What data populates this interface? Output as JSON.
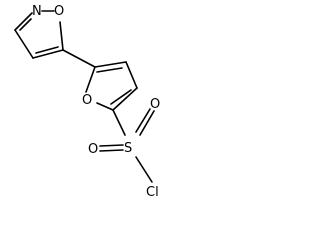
{
  "molecule": {
    "atoms": {
      "isoxazole_N": "N",
      "isoxazole_O": "O",
      "furan_O": "O",
      "sulfur": "S",
      "sulfonyl_O_top": "O",
      "sulfonyl_O_left": "O",
      "chlorine": "Cl"
    }
  },
  "colors": {
    "bond": "#000000",
    "label": "#000000",
    "background": "#ffffff"
  }
}
